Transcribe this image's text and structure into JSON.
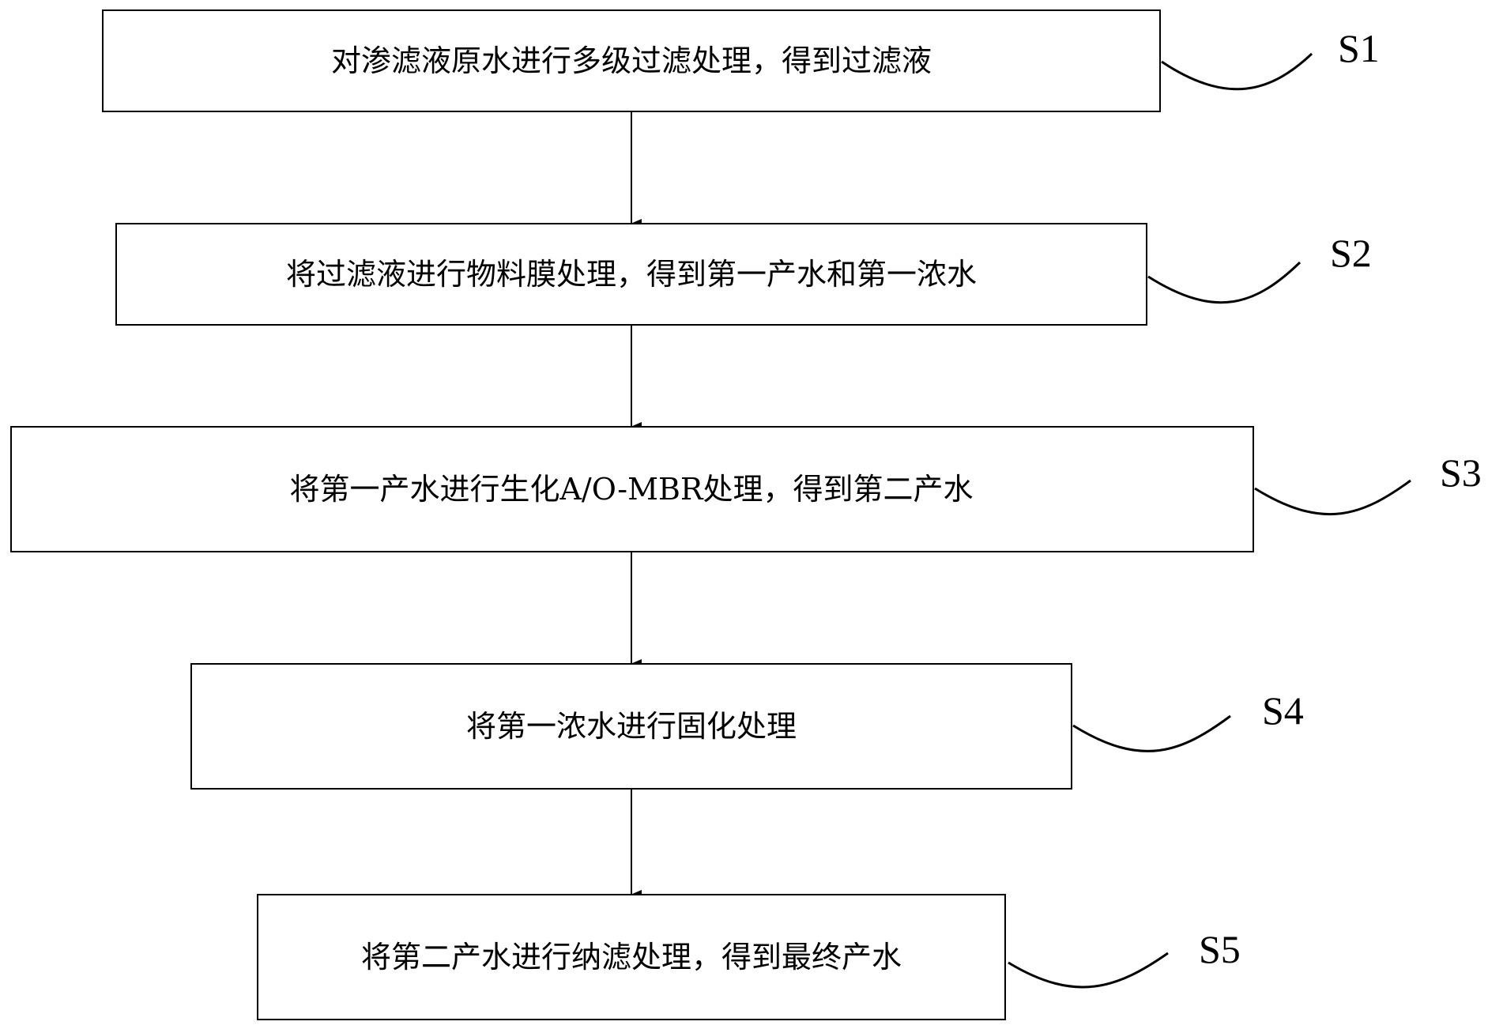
{
  "steps": [
    {
      "label": "S1",
      "text": "对渗滤液原水进行多级过滤处理，得到过滤液"
    },
    {
      "label": "S2",
      "text": "将过滤液进行物料膜处理，得到第一产水和第一浓水"
    },
    {
      "label": "S3",
      "text": "将第一产水进行生化A/O-MBR处理，得到第二产水"
    },
    {
      "label": "S4",
      "text": "将第一浓水进行固化处理"
    },
    {
      "label": "S5",
      "text": "将第二产水进行纳滤处理，得到最终产水"
    }
  ]
}
